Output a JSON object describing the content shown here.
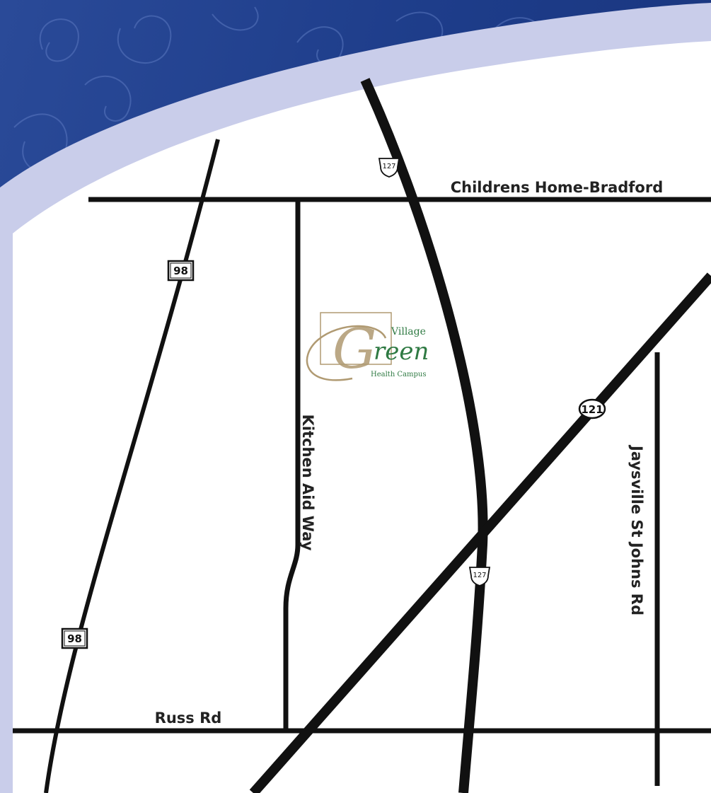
{
  "roads": {
    "childrens_home": "Childrens Home-Bradford",
    "kitchen_aid": "Kitchen Aid Way",
    "russ": "Russ Rd",
    "jaysville": "Jaysville St Johns Rd"
  },
  "shields": {
    "sr98_top": "98",
    "sr98_bottom": "98",
    "us127_top": "127",
    "us127_bottom": "127",
    "sr121": "121"
  },
  "logo": {
    "village": "Village",
    "green_initial": "G",
    "green_rest": "reen",
    "health_campus": "Health Campus"
  },
  "colors": {
    "banner_dark": "#1b3a86",
    "banner_light": "#c9cdea",
    "road": "#111111",
    "logo_gold": "#b09a72",
    "logo_green": "#2f7a43"
  }
}
